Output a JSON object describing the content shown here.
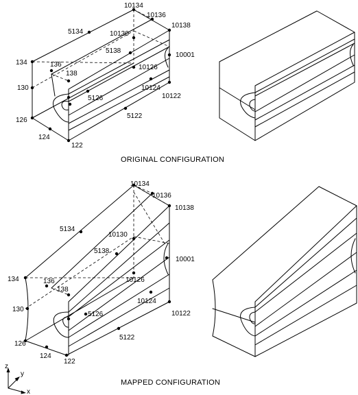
{
  "captions": {
    "original": "ORIGINAL CONFIGURATION",
    "mapped": "MAPPED CONFIGURATION"
  },
  "axes": {
    "z": "z",
    "y": "y",
    "x": "x"
  },
  "original_labels": {
    "n10134": "10134",
    "n10136": "10136",
    "n10138": "10138",
    "n5134": "5134",
    "n10130": "10130",
    "n5138": "5138",
    "n10001": "10001",
    "n10126": "10126",
    "n10124": "10124",
    "n10122": "10122",
    "n134": "134",
    "n136": "136",
    "n138": "138",
    "n130": "130",
    "n5126": "5126",
    "n126": "126",
    "n124": "124",
    "n122": "122",
    "n5122": "5122"
  },
  "mapped_labels": {
    "n10134": "10134",
    "n10136": "10136",
    "n10138": "10138",
    "n5134": "5134",
    "n10130": "10130",
    "n5138": "5138",
    "n10001": "10001",
    "n10126": "10126",
    "n10124": "10124",
    "n10122": "10122",
    "n134": "134",
    "n136": "136",
    "n138": "138",
    "n130": "130",
    "n5126": "5126",
    "n126": "126",
    "n124": "124",
    "n122": "122",
    "n5122": "5122"
  }
}
